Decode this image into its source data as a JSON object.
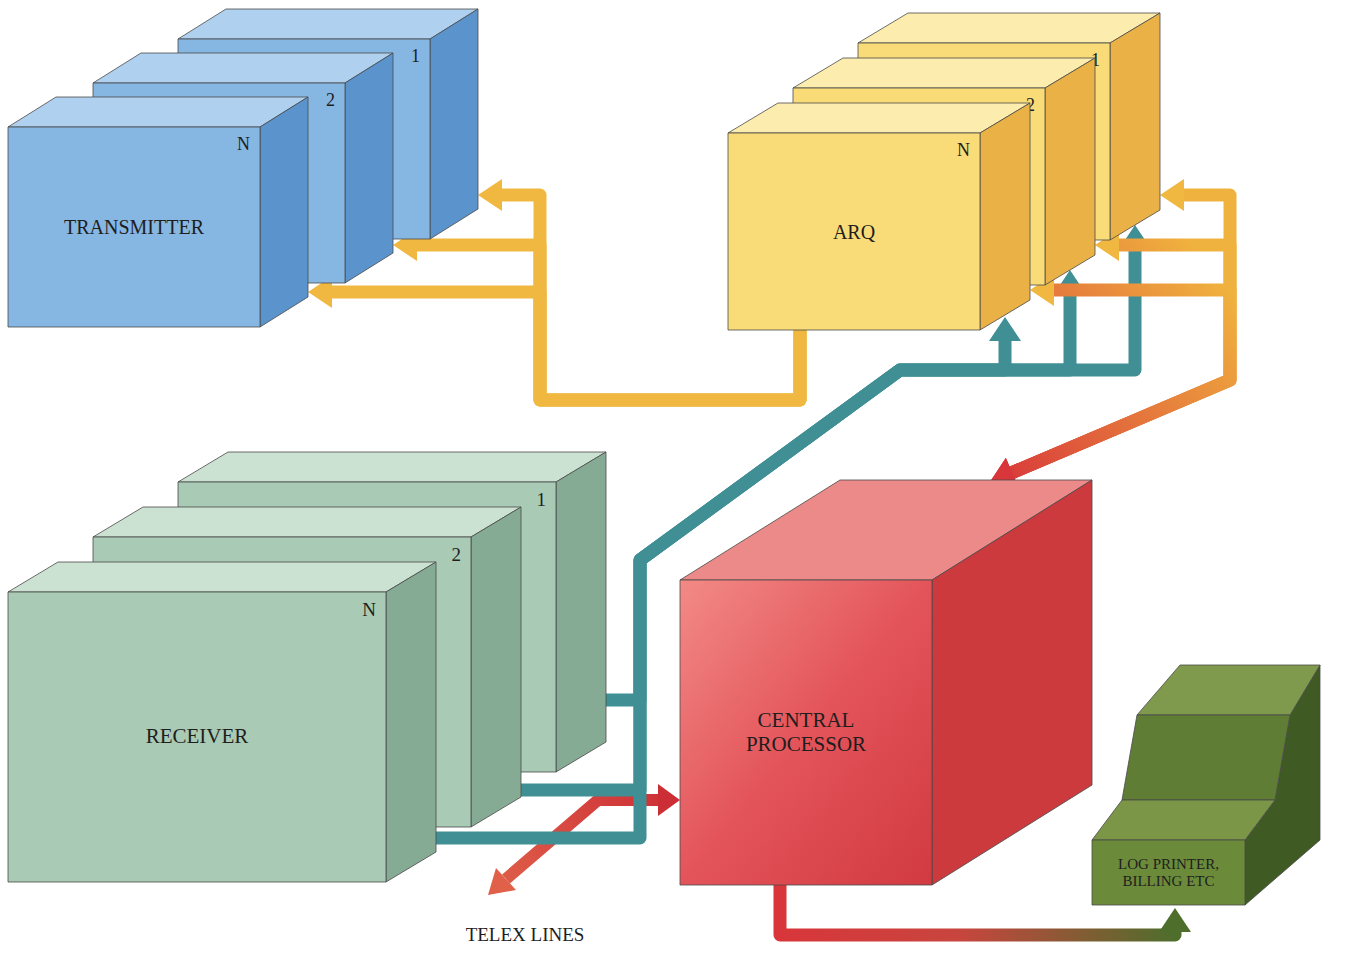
{
  "diagram": {
    "nodes": [
      {
        "text": [
          "TRANSMITTER",
          "N"
        ]
      },
      {
        "text": [
          "2"
        ]
      },
      {
        "text": [
          "1"
        ]
      },
      {
        "text": [
          "ARQ",
          "N"
        ]
      },
      {
        "text": [
          "2"
        ]
      },
      {
        "text": [
          "1"
        ]
      },
      {
        "text": [
          "RECEIVER",
          "N"
        ]
      },
      {
        "text": [
          "2"
        ]
      },
      {
        "text": [
          "1"
        ]
      },
      {
        "text": [
          "CENTRAL PROCESSOR"
        ]
      },
      {
        "text": [
          "LOG PRINTER, BILLING ETC"
        ]
      }
    ],
    "edges": [
      {
        "from": 3,
        "to": 0,
        "arrow": "to"
      },
      {
        "from": 3,
        "to": 1,
        "arrow": "to"
      },
      {
        "from": 3,
        "to": 2,
        "arrow": "to"
      },
      {
        "from": 6,
        "to": 3,
        "arrow": "to"
      },
      {
        "from": 7,
        "to": 4,
        "arrow": "to"
      },
      {
        "from": 8,
        "to": 5,
        "arrow": "to"
      },
      {
        "from": 9,
        "to": 3,
        "arrow": "both"
      },
      {
        "from": 9,
        "to": 4,
        "arrow": "both"
      },
      {
        "from": 9,
        "to": 5,
        "arrow": "both"
      },
      {
        "from": 9,
        "to": 10,
        "arrow": "to"
      }
    ],
    "labels": [
      "TELEX LINES"
    ]
  }
}
